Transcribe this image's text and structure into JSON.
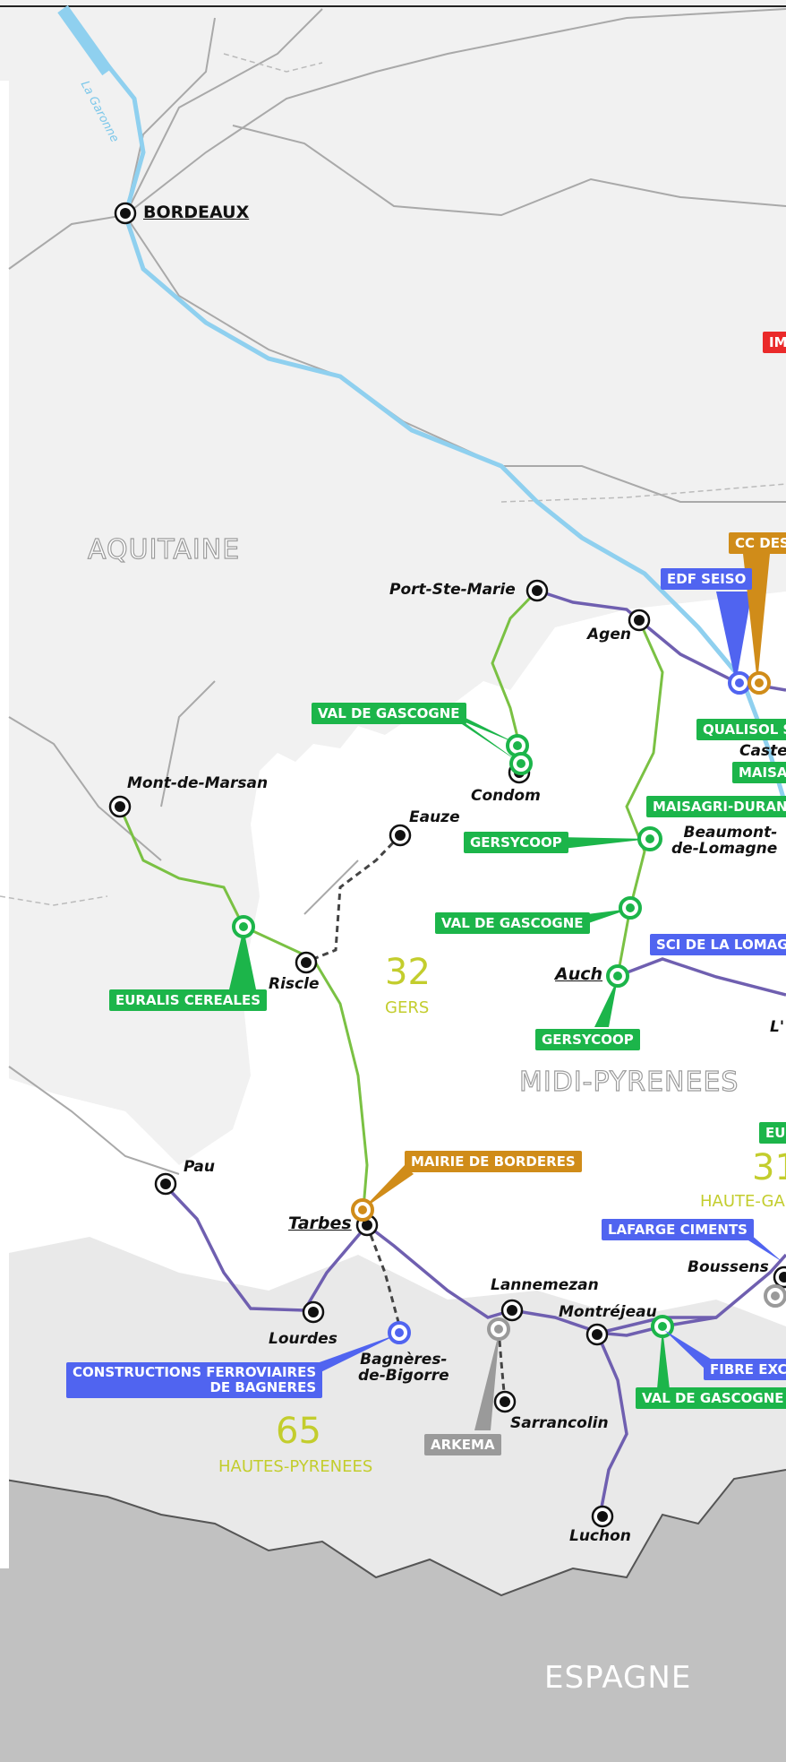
{
  "colors": {
    "rail_green": "#7ac143",
    "rail_purple": "#6f5fb0",
    "badge_green": "#1cb54a",
    "badge_blue": "#5064f0",
    "badge_orange": "#d08c19",
    "badge_grey": "#9a9a9a",
    "badge_red": "#ea2a2a",
    "department_label": "#c3cd2d",
    "spain": "#c1c1c1"
  },
  "river": "La Garonne",
  "regions": [
    "AQUITAINE",
    "MIDI-PYRENEES"
  ],
  "country": "ESPAGNE",
  "departments": [
    {
      "number": "32",
      "name": "GERS"
    },
    {
      "number": "65",
      "name": "HAUTES-PYRENEES"
    },
    {
      "number": "31",
      "name": "HAUTE-GA"
    }
  ],
  "cities": [
    "BORDEAUX",
    "Port-Ste-Marie",
    "Agen",
    "Condom",
    "Mont-de-Marsan",
    "Eauze",
    "Beaumont-\nde-Lomagne",
    "Riscle",
    "Auch",
    "Caste",
    "L'",
    "Pau",
    "Tarbes",
    "Boussens",
    "Lannemezan",
    "Montréjeau",
    "Lourdes",
    "Bagnères-\nde-Bigorre",
    "Sarrancolin",
    "Luchon"
  ],
  "sites": [
    {
      "label": "EDF SEISO",
      "color": "blue"
    },
    {
      "label": "CC DES",
      "color": "orange"
    },
    {
      "label": "IM",
      "color": "red"
    },
    {
      "label": "QUALISOL S",
      "color": "green"
    },
    {
      "label": "MAISA",
      "color": "green"
    },
    {
      "label": "VAL DE GASCOGNE",
      "color": "green"
    },
    {
      "label": "MAISAGRI-DURAN",
      "color": "green"
    },
    {
      "label": "GERSYCOOP",
      "color": "green"
    },
    {
      "label": "VAL DE GASCOGNE",
      "color": "green"
    },
    {
      "label": "SCI DE LA LOMAGN",
      "color": "blue"
    },
    {
      "label": "EURALIS CEREALES",
      "color": "green"
    },
    {
      "label": "GERSYCOOP",
      "color": "green"
    },
    {
      "label": "EUR",
      "color": "green"
    },
    {
      "label": "MAIRIE DE BORDERES",
      "color": "orange"
    },
    {
      "label": "LAFARGE CIMENTS",
      "color": "blue"
    },
    {
      "label": "CONSTRUCTIONS FERROVIAIRES\nDE BAGNERES",
      "color": "blue"
    },
    {
      "label": "FIBRE EXC",
      "color": "blue"
    },
    {
      "label": "VAL DE GASCOGNE",
      "color": "green"
    },
    {
      "label": "ARKEMA",
      "color": "grey"
    }
  ]
}
